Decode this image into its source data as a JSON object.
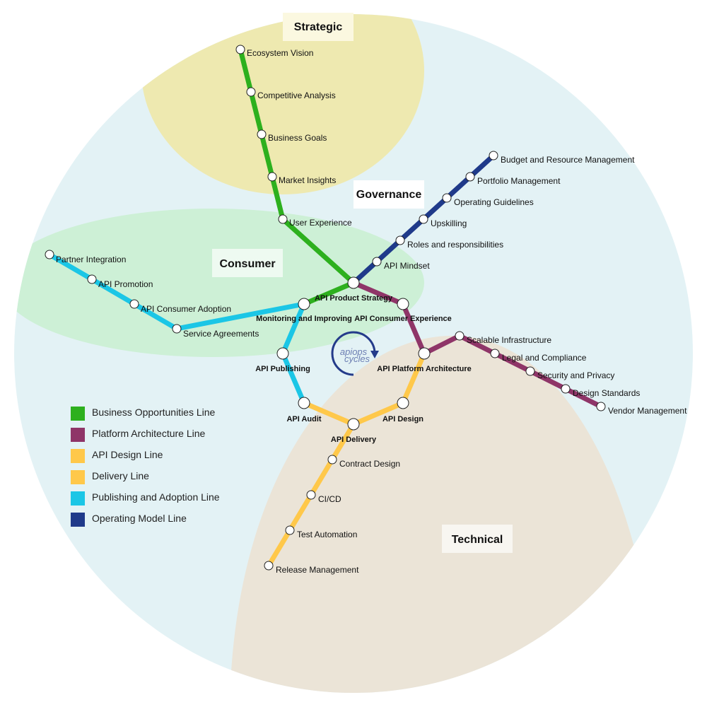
{
  "zones": {
    "strategic": "Strategic",
    "governance": "Governance",
    "consumer": "Consumer",
    "technical": "Technical"
  },
  "colors": {
    "business": "#2db01e",
    "platform": "#8f3568",
    "design": "#ffc84a",
    "delivery": "#ffc84a",
    "publishing": "#1bc6e6",
    "operating": "#1f3a8a",
    "bg_circle": "#e3f2f5",
    "strategic_zone": "#eee9b0",
    "consumer_zone": "#cdf0d6",
    "technical_zone": "#ebe4d7"
  },
  "logo": {
    "line1": "apiops",
    "line2": "cycles"
  },
  "hubs": {
    "product_strategy": "API Product Strategy",
    "monitoring": "Monitoring and Improving",
    "consumer_experience": "API Consumer Experience",
    "publishing": "API Publishing",
    "platform_architecture": "API Platform Architecture",
    "audit": "API Audit",
    "design": "API Design",
    "delivery": "API Delivery"
  },
  "stations": {
    "business": [
      "Ecosystem Vision",
      "Competitive Analysis",
      "Business Goals",
      "Market Insights",
      "User Experience"
    ],
    "operating": [
      "API Mindset",
      "Roles and responsibilities",
      "Upskilling",
      "Operating Guidelines",
      "Portfolio Management",
      "Budget and Resource Management"
    ],
    "consumer": [
      "Partner Integration",
      "API Promotion",
      "API Consumer Adoption",
      "Service Agreements"
    ],
    "platform": [
      "Scalable Infrastructure",
      "Legal and Compliance",
      "Security and Privacy",
      "Design Standards",
      "Vendor Management"
    ],
    "delivery": [
      "Contract Design",
      "CI/CD",
      "Test Automation",
      "Release Management"
    ]
  },
  "legend": [
    {
      "label": "Business Opportunities Line",
      "color": "#2db01e"
    },
    {
      "label": "Platform Architecture Line",
      "color": "#8f3568"
    },
    {
      "label": "API Design Line",
      "color": "#ffc84a"
    },
    {
      "label": "Delivery Line",
      "color": "#ffc84a"
    },
    {
      "label": "Publishing and Adoption Line",
      "color": "#1bc6e6"
    },
    {
      "label": "Operating Model Line",
      "color": "#1f3a8a"
    }
  ]
}
